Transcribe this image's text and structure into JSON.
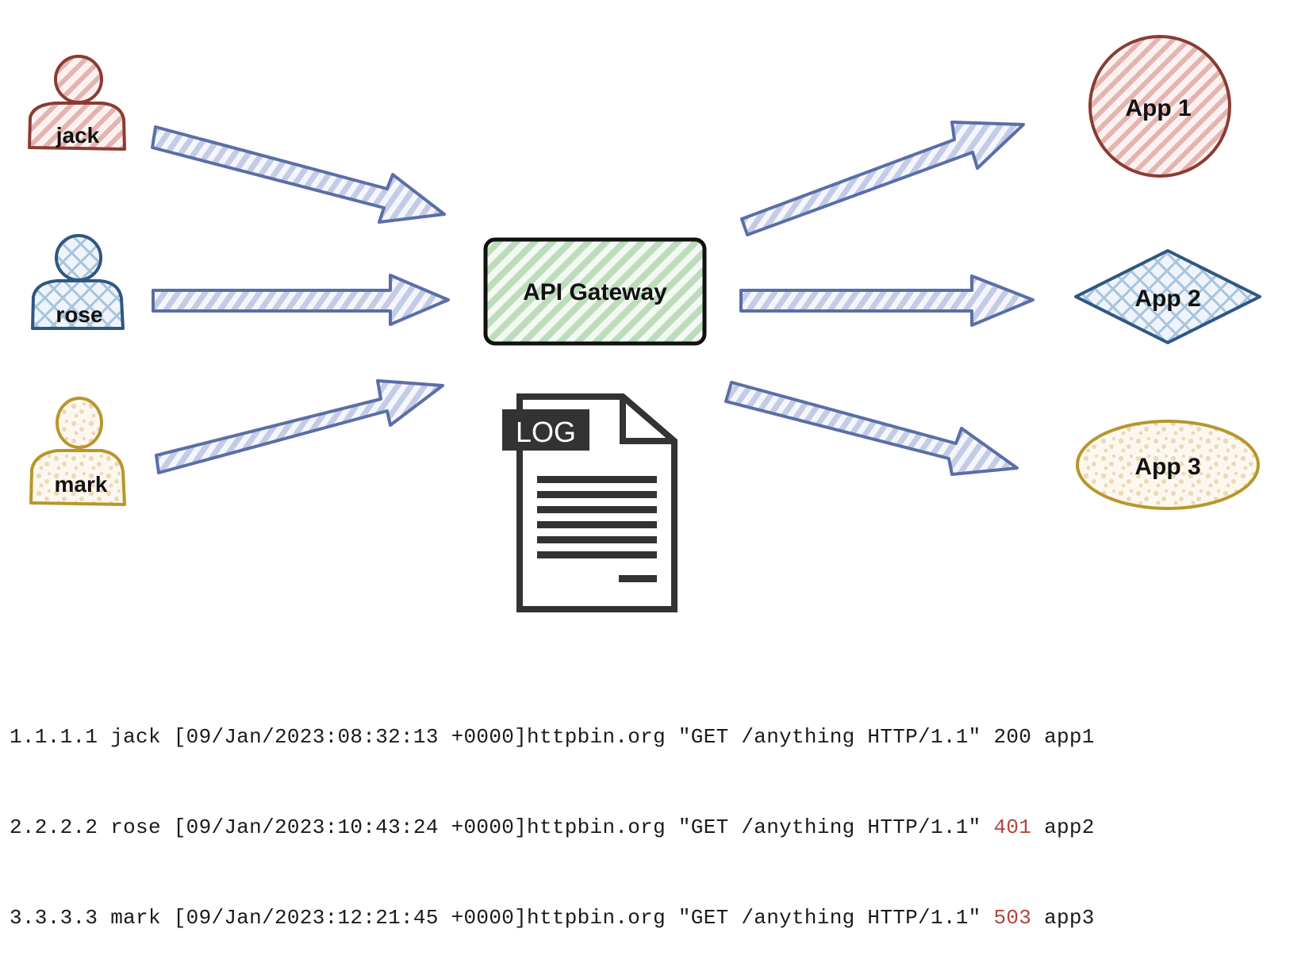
{
  "colors": {
    "jack": "#8a3b33",
    "jack_fill": "#e4b4b0",
    "rose": "#2f5782",
    "rose_fill": "#a8c4dc",
    "mark": "#b8962c",
    "mark_fill": "#ecd9b6",
    "arrow": "#5a6ea6",
    "arrow_fill": "#c3cbe6",
    "gateway_fill": "#bcdcbc",
    "error": "#b3453a"
  },
  "users": [
    {
      "name": "jack",
      "fill_style": "hachure"
    },
    {
      "name": "rose",
      "fill_style": "cross-hatch"
    },
    {
      "name": "mark",
      "fill_style": "dots"
    }
  ],
  "gateway": {
    "label": "API Gateway"
  },
  "log_icon": {
    "label": "LOG"
  },
  "apps": [
    {
      "label": "App 1",
      "shape": "circle"
    },
    {
      "label": "App 2",
      "shape": "diamond"
    },
    {
      "label": "App 3",
      "shape": "ellipse"
    }
  ],
  "log_lines": [
    {
      "ip": "1.1.1.1",
      "user": "jack",
      "time": "[09/Jan/2023:08:32:13 +0000]",
      "host": "httpbin.org",
      "request": "\"GET /anything HTTP/1.1\"",
      "status": "200",
      "status_error": false,
      "app": "app1"
    },
    {
      "ip": "2.2.2.2",
      "user": "rose",
      "time": "[09/Jan/2023:10:43:24 +0000]",
      "host": "httpbin.org",
      "request": "\"GET /anything HTTP/1.1\"",
      "status": "401",
      "status_error": true,
      "app": "app2"
    },
    {
      "ip": "3.3.3.3",
      "user": "mark",
      "time": "[09/Jan/2023:12:21:45 +0000]",
      "host": "httpbin.org",
      "request": "\"GET /anything HTTP/1.1\"",
      "status": "503",
      "status_error": true,
      "app": "app3"
    }
  ]
}
